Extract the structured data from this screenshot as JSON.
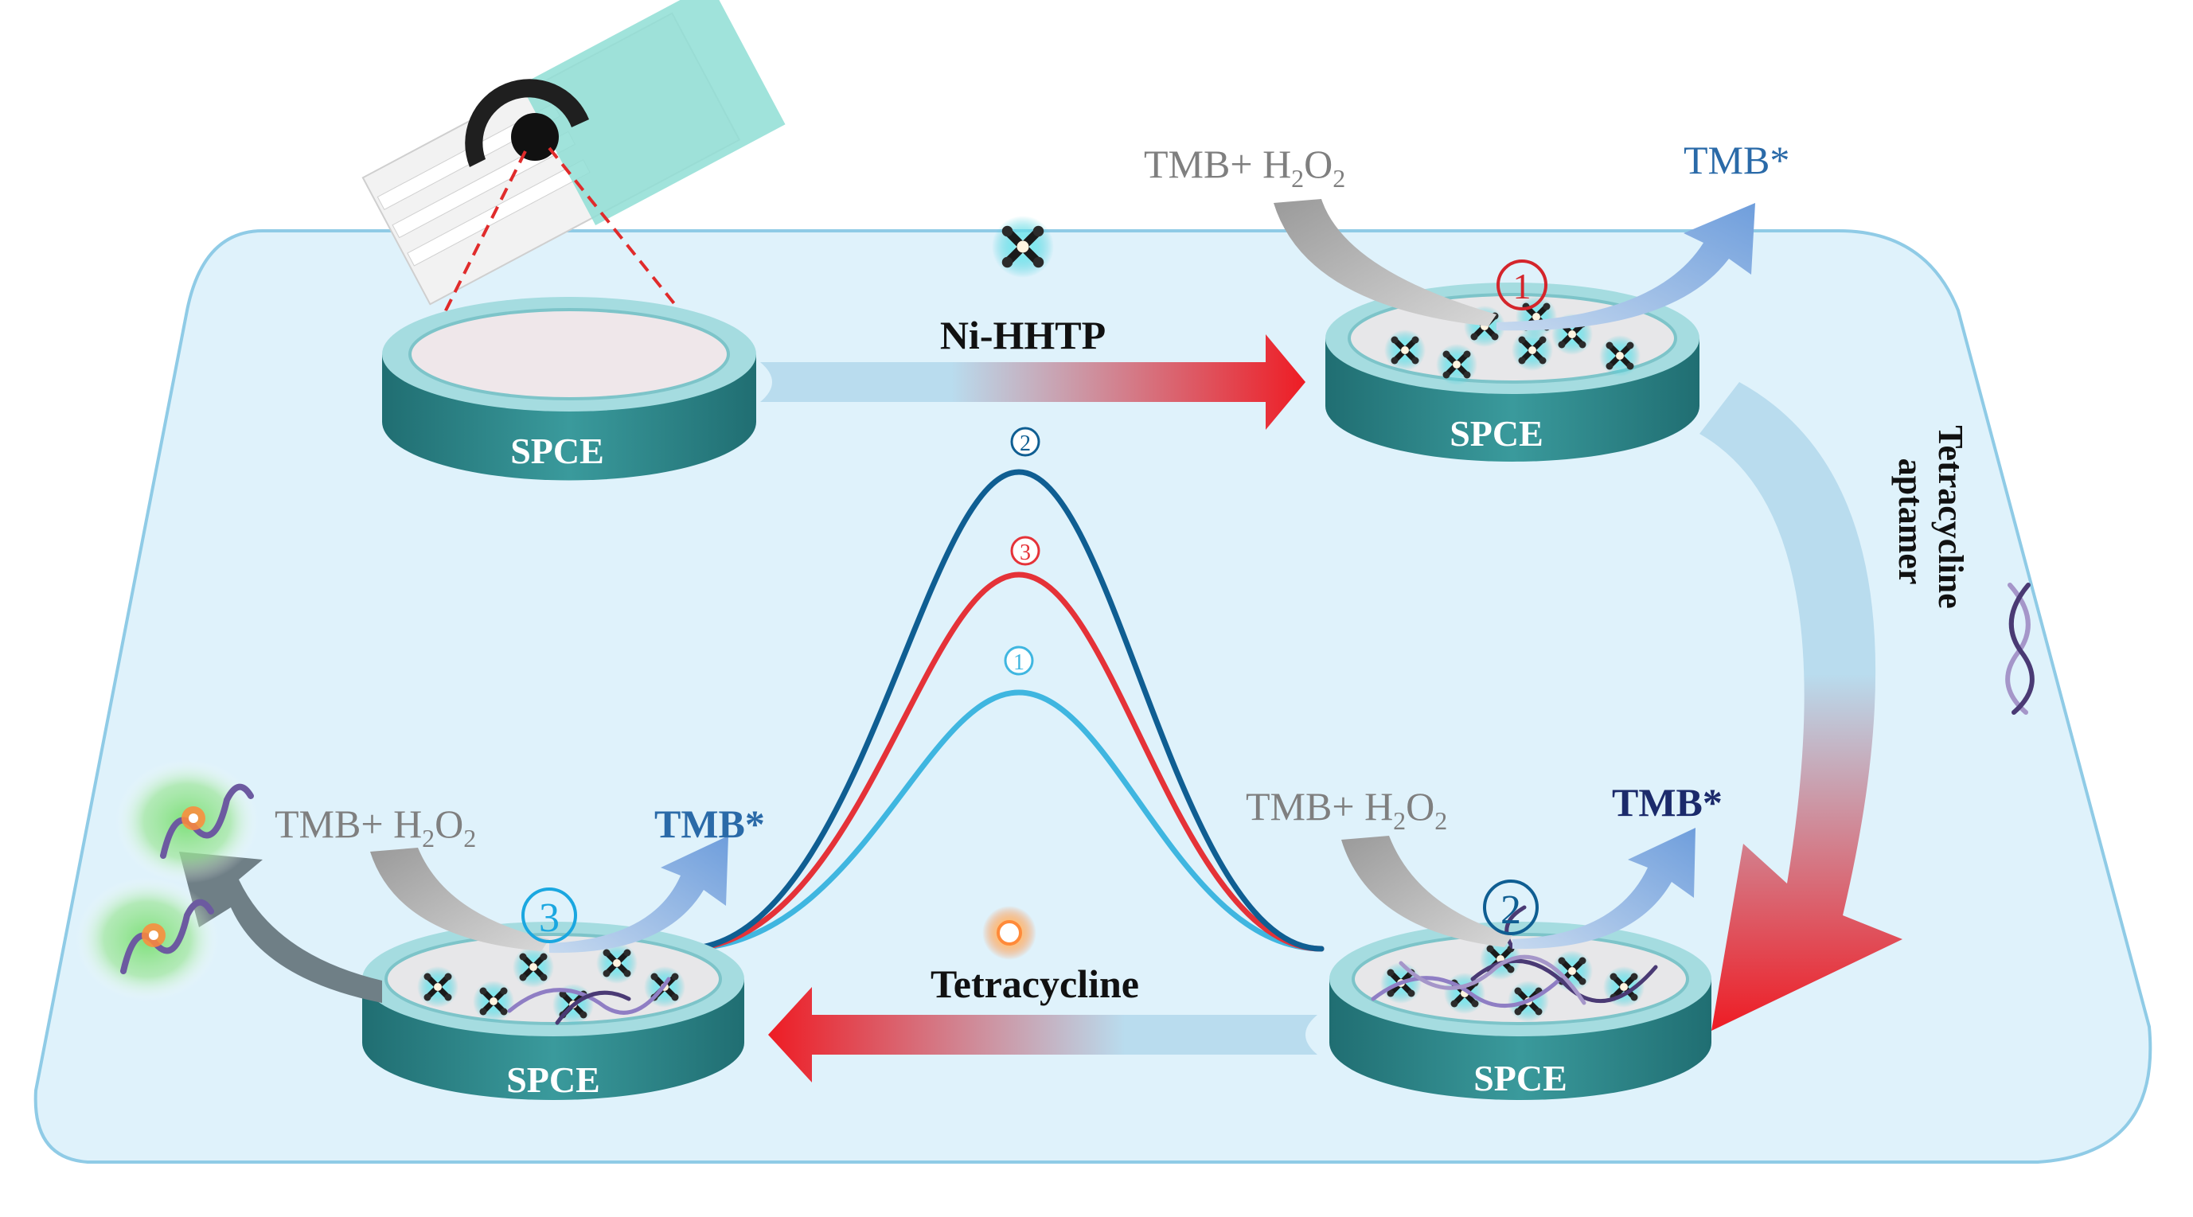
{
  "labels": {
    "spce": "SPCE",
    "ni_hhtp": "Ni-HHTP",
    "tetracycline": "Tetracycline",
    "aptamer_line1": "Tetracycline",
    "aptamer_line2": "aptamer",
    "tmb": "TMB",
    "h2o2_h": "H",
    "h2o2_o": "O",
    "sub2": "2",
    "tmb_plus": "+ ",
    "tmb_star": "TMB*"
  },
  "markers": {
    "one": "1",
    "two": "2",
    "three": "3"
  },
  "colors": {
    "panel": "#dff2fb",
    "panel_border": "#8fcbe6",
    "electrode_side": "#2e8a8c",
    "electrode_top": "#a5dce0",
    "arrow_red": "#ee1c24",
    "arrow_light": "#a9d4ea",
    "curve1": "#3fb6e0",
    "curve2": "#0f5e92",
    "curve3": "#e53238",
    "tmb_gray": "#7f7f7f",
    "tmb_blue": "#2a6aa8",
    "tmb_navy": "#1b2a6b"
  }
}
